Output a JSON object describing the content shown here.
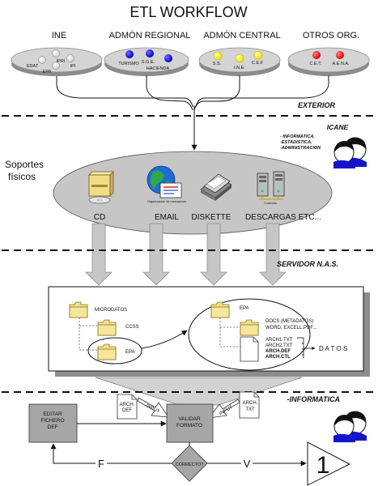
{
  "title": "ETL WORKFLOW",
  "sources": {
    "ine": {
      "label": "INE",
      "items": [
        "IPRI",
        "EDAT",
        "IPI",
        "EPA"
      ]
    },
    "regional": {
      "label": "ADMÓN REGIONAL",
      "items": [
        "TURISMO",
        "S.G.E.",
        "HACIENDA"
      ]
    },
    "central": {
      "label": "ADMÓN CENTRAL",
      "items": [
        "S.S.",
        "C.E.F",
        "I.N.E."
      ]
    },
    "otros": {
      "label": "OTROS ORG.",
      "items": [
        "C.E.T.",
        "A.E.N.A."
      ]
    }
  },
  "zones": {
    "exterior": "EXTERIOR",
    "icane": "ICANE",
    "icane_depts": [
      "- INFORMATICA.",
      "-ESTADISTICA.",
      "-ADMINISTRACION"
    ],
    "servidor": "SERVIDOR N.A.S.",
    "informatica": "-INFORMATICA"
  },
  "soportes": {
    "label_line1": "Soportes",
    "label_line2": "físicos",
    "items": [
      "CD",
      "EMAIL",
      "DISKETTE",
      "DESCARGAS ETC..."
    ],
    "email_caption": "Organización de mercancías",
    "descargas_caption": "Conexión"
  },
  "server": {
    "microdatos": "MICRODATOS",
    "ccss": "CCSS",
    "epa_small": "EPA",
    "epa_big": "EPA",
    "docs_lines": [
      "DOCS (METADATOS)",
      "WORD, EXCELL,PDF..."
    ],
    "arch_lines": [
      "ARCH1.TXT",
      "ARCH2.TXT",
      "ARCH.DEF",
      "ARCH.CTL"
    ],
    "datos": "D A T O S"
  },
  "workflow": {
    "arch_def": [
      "ARCH.",
      "DEF"
    ],
    "arch_txt": [
      "ARCH.",
      "TXT"
    ],
    "input_left": "INPUT",
    "input_right": "INPUT",
    "editar": [
      "EDITAR",
      "FICHERO",
      "DEF"
    ],
    "validar": [
      "VALIDAR",
      "FORMATO"
    ],
    "correcto": "CORRECTO?",
    "false_label": "F",
    "true_label": "V",
    "result": "1"
  }
}
